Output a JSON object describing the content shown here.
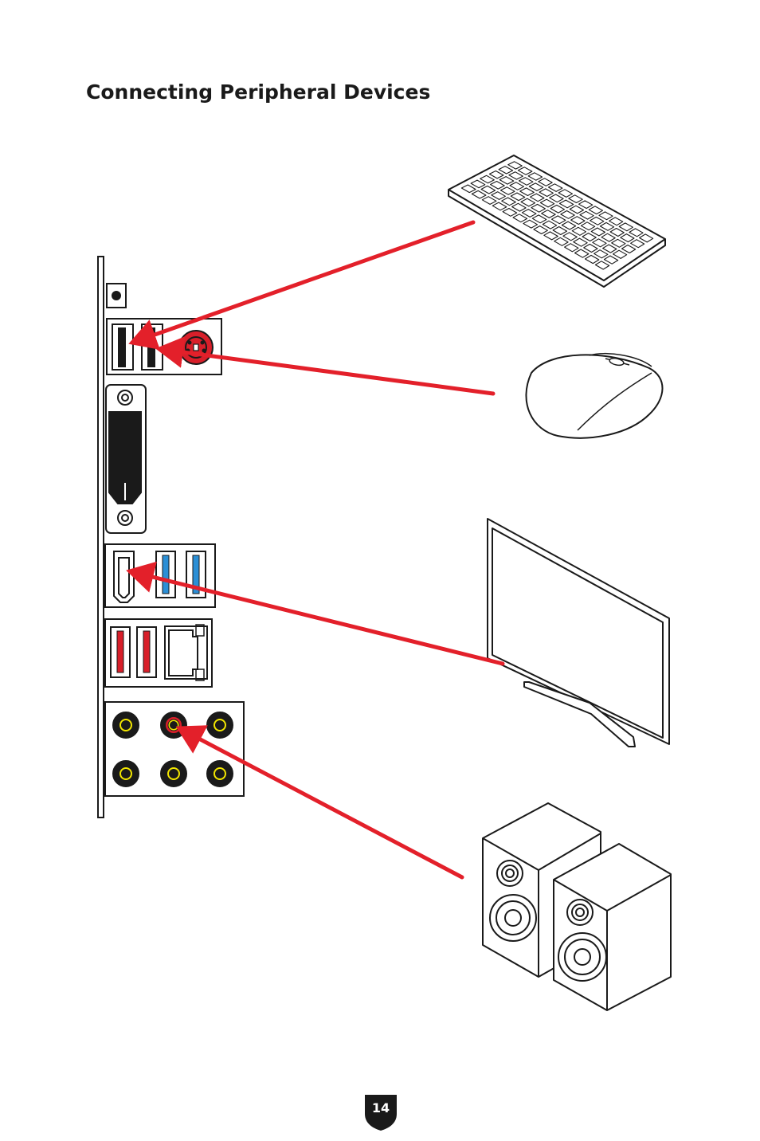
{
  "page": {
    "title": "Connecting Peripheral Devices",
    "page_number": "14"
  },
  "colors": {
    "arrow": "#e3202a",
    "usb2_port": "#1a1a1a",
    "usb3_port": "#2b8fd6",
    "usb_red_port": "#d81f2a",
    "ps2_port": "#d81f2a",
    "audio_ring": "#f2e600",
    "audio_red_ring": "#d81f2a",
    "outline": "#1a1a1a",
    "badge": "#1a1a1a"
  },
  "diagram": {
    "io_panel_ports": [
      "button-port",
      "usb2-port",
      "usb2-port",
      "ps2-port",
      "dvi-port",
      "hdmi-port",
      "usb3-port",
      "usb3-port",
      "usb-red-port",
      "usb-red-port",
      "lan-port",
      "audio-jack",
      "audio-jack",
      "audio-jack",
      "audio-jack",
      "audio-jack",
      "audio-jack"
    ],
    "devices": [
      "keyboard-icon",
      "mouse-icon",
      "monitor-icon",
      "speakers-icon"
    ],
    "connections": [
      {
        "device": "keyboard",
        "port": "usb2-port"
      },
      {
        "device": "mouse",
        "port": "usb2-port"
      },
      {
        "device": "monitor",
        "port": "hdmi-port"
      },
      {
        "device": "speakers",
        "port": "audio-jack"
      }
    ]
  }
}
